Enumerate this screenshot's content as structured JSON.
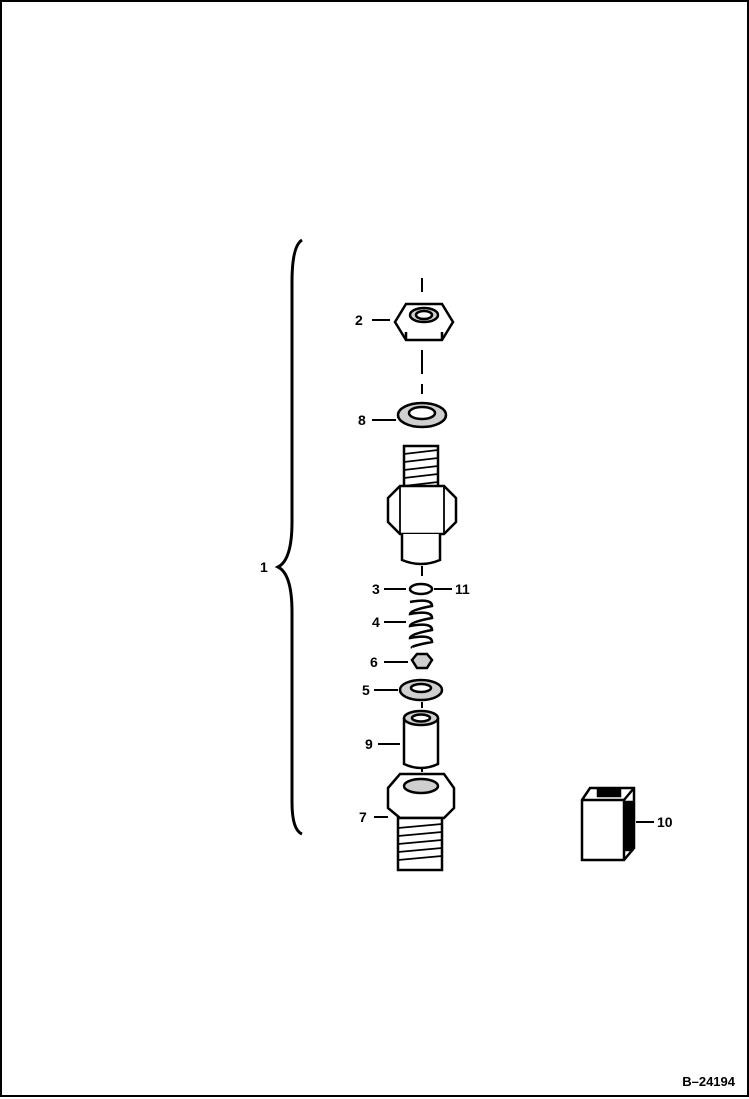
{
  "callouts": {
    "c1": "1",
    "c2": "2",
    "c3": "3",
    "c4": "4",
    "c5": "5",
    "c6": "6",
    "c7": "7",
    "c8": "8",
    "c9": "9",
    "c10": "10",
    "c11": "11"
  },
  "drawing_id": "B–24194",
  "colors": {
    "ink": "#000000",
    "paper": "#ffffff",
    "shade": "#cfcfcf"
  }
}
